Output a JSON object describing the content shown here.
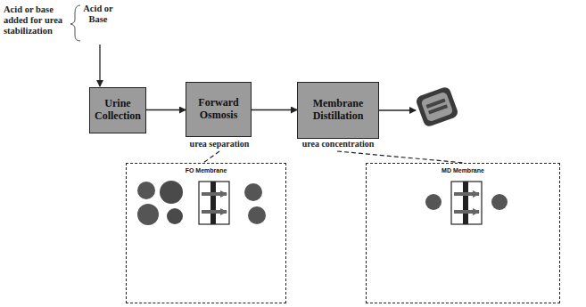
{
  "diagram": {
    "nodes": [
      {
        "text": [
          "Urine Collection"
        ]
      },
      {
        "text": [
          "Forward Osmosis"
        ]
      },
      {
        "text": [
          "Membrane Distillation"
        ]
      },
      {
        "text": [
          "FO Membrane"
        ]
      },
      {
        "text": [
          "MD Membrane"
        ]
      }
    ],
    "edges": [
      {
        "from": 0,
        "to": 1,
        "arrow": "to"
      },
      {
        "from": 1,
        "to": 2,
        "arrow": "to"
      }
    ],
    "labels": [
      "Acid or base added for urea stabilization",
      "Acid or Base",
      "urea separation",
      "urea concentration"
    ]
  }
}
